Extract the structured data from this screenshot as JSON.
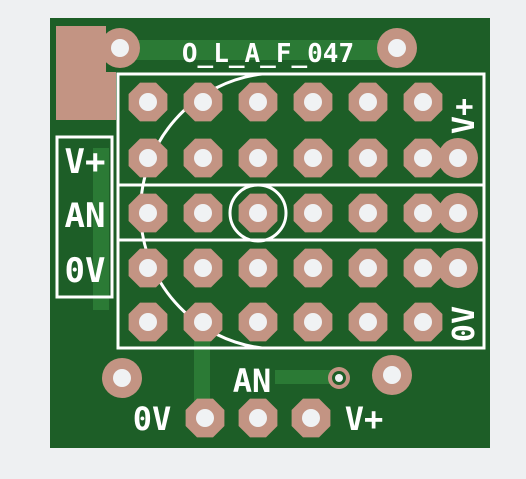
{
  "board": {
    "title": "O_L_A_F_047",
    "colors": {
      "background": "#eef0f2",
      "pcb": "#1d5e27",
      "trace": "#2b7a35",
      "copper": "#c39483",
      "drill": "#f0f2f4",
      "silk": "#ffffff"
    },
    "left_labels": [
      "V+",
      "AN",
      "0V"
    ],
    "right_labels": {
      "top": "V+",
      "bottom": "0V"
    },
    "bottom_labels": {
      "an": "AN",
      "gnd": "0V",
      "vcc": "V+"
    },
    "grid": {
      "rows": 5,
      "cols": 6
    }
  }
}
